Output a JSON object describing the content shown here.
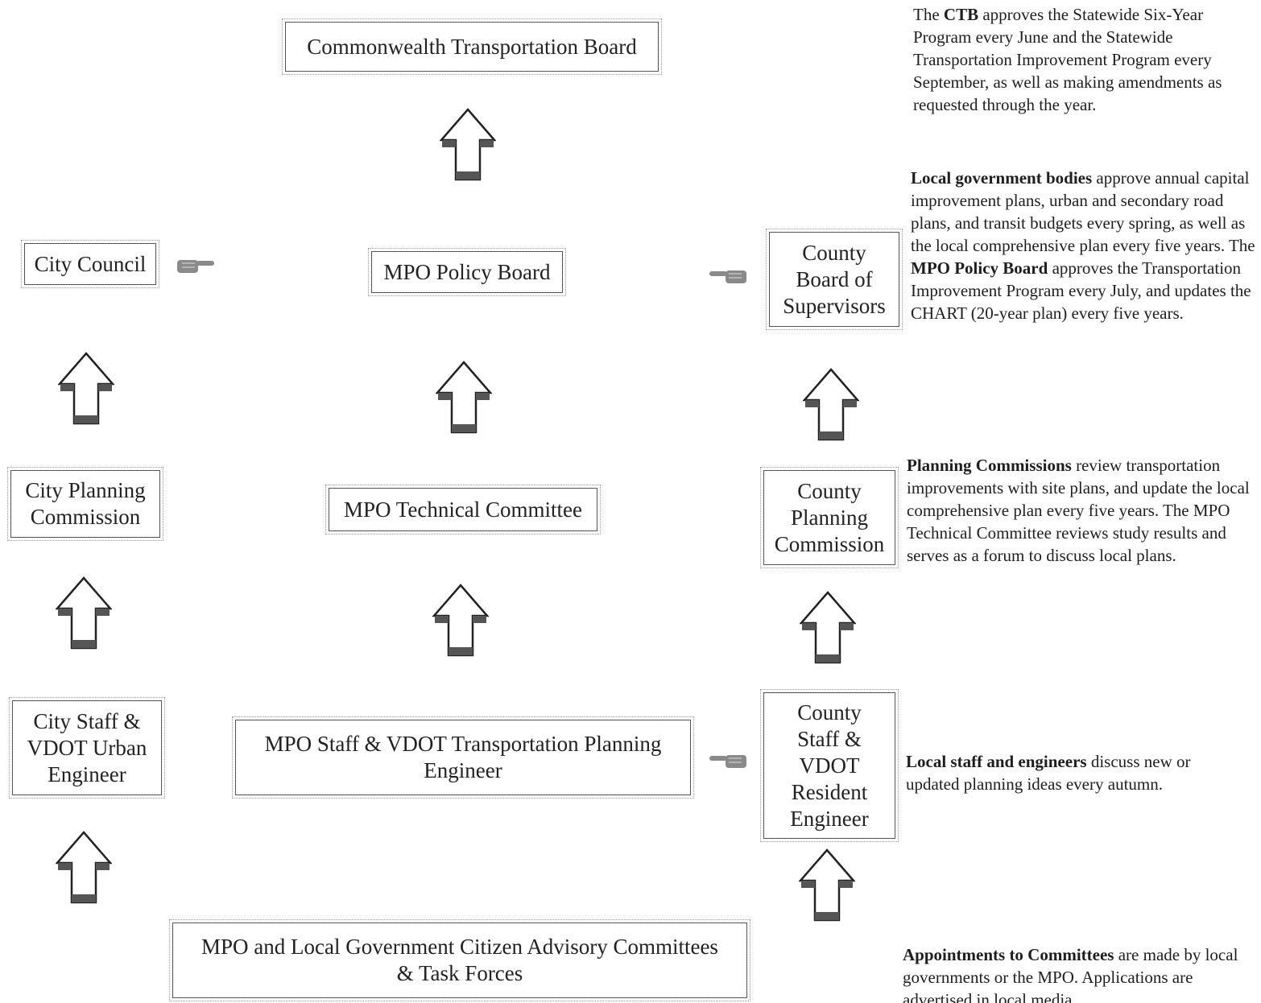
{
  "boxes": {
    "ctb": "Commonwealth Transportation Board",
    "city_council": "City Council",
    "mpo_policy_board": "MPO Policy Board",
    "county_board": "County\nBoard of\nSupervisors",
    "city_planning": "City Planning\nCommission",
    "mpo_technical": "MPO Technical Committee",
    "county_planning": "County\nPlanning\nCommission",
    "city_staff": "City Staff &\nVDOT Urban\nEngineer",
    "mpo_staff": "MPO Staff & VDOT Transportation Planning\nEngineer",
    "county_staff": "County\nStaff &\nVDOT\nResident\nEngineer",
    "advisory": "MPO and Local Government Citizen Advisory Committees\n& Task Forces"
  },
  "notes": {
    "ctb": {
      "pre": "The ",
      "bold": "CTB",
      "post": " approves the Statewide Six-Year Program every June and the Statewide Transportation Improvement Program every September, as well as making amendments as requested through the year."
    },
    "local_gov": {
      "bold1": "Local government bodies",
      "text1": " approve annual capital improvement plans, urban and secondary road plans, and transit budgets every spring, as well as the local comprehensive plan every five years. The ",
      "bold2": "MPO Policy Board",
      "text2": " approves the Transportation Improvement Program every July, and updates the CHART (20-year plan) every five years."
    },
    "planning": {
      "bold": "Planning Commissions",
      "text": " review transportation improvements with site plans, and update the local comprehensive plan every five years. The MPO Technical Committee reviews study results and serves as a forum to discuss local plans."
    },
    "staff": {
      "bold": "Local staff and engineers",
      "text": " discuss new or updated planning ideas every autumn."
    },
    "appointments": {
      "bold": "Appointments to Committees",
      "text": " are made by local governments or the MPO. Applications are advertised in local media."
    }
  },
  "icons": {
    "arrow": "up-arrow-icon",
    "hand": "pointing-hand-icon"
  },
  "colors": {
    "border": "#555555",
    "arrow_fill": "#555555",
    "text": "#1e1e1e"
  }
}
